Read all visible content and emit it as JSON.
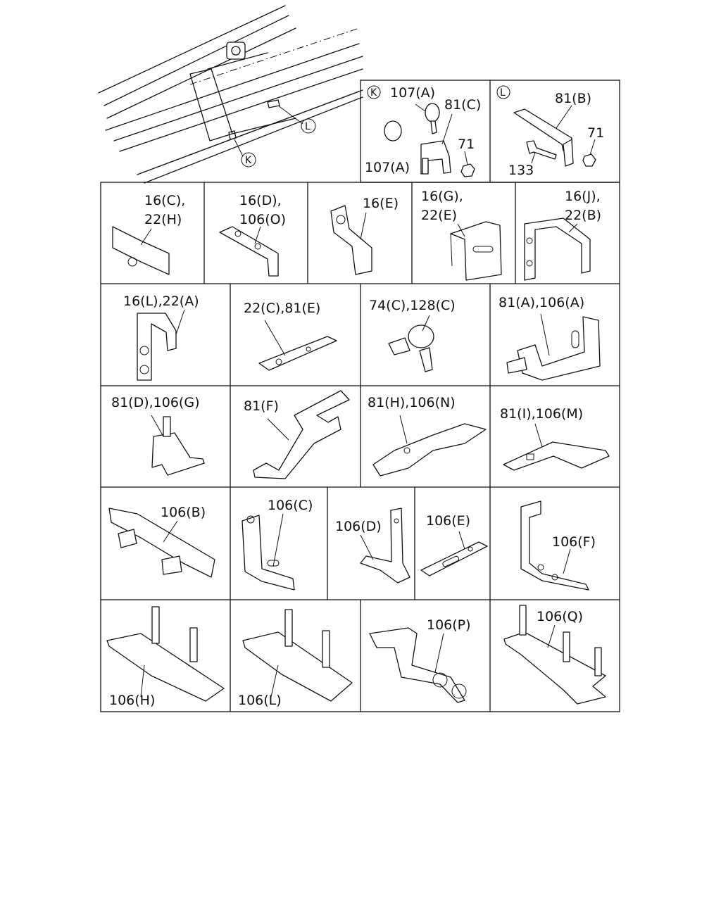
{
  "overview": {
    "callout_l": "L",
    "callout_k": "K"
  },
  "detail_k": {
    "marker": "K",
    "parts": [
      "107(A)",
      "81(C)",
      "71",
      "107(A)"
    ]
  },
  "detail_l": {
    "marker": "L",
    "parts": [
      "81(B)",
      "71",
      "133"
    ]
  },
  "cells": [
    {
      "lines": [
        "16(C),",
        "22(H)"
      ]
    },
    {
      "lines": [
        "16(D),",
        "106(O)"
      ]
    },
    {
      "lines": [
        "16(E)"
      ]
    },
    {
      "lines": [
        "16(G),",
        "22(E)"
      ]
    },
    {
      "lines": [
        "16(J),",
        "22(B)"
      ]
    },
    {
      "lines": [
        "16(L),22(A)"
      ]
    },
    {
      "lines": [
        "22(C),81(E)"
      ]
    },
    {
      "lines": [
        "74(C),128(C)"
      ]
    },
    {
      "lines": [
        "81(A),106(A)"
      ]
    },
    {
      "lines": [
        "81(D),106(G)"
      ]
    },
    {
      "lines": [
        "81(F)"
      ]
    },
    {
      "lines": [
        "81(H),106(N)"
      ]
    },
    {
      "lines": [
        "81(I),106(M)"
      ]
    },
    {
      "lines": [
        "106(B)"
      ]
    },
    {
      "lines": [
        "106(C)"
      ]
    },
    {
      "lines": [
        "106(D)"
      ]
    },
    {
      "lines": [
        "106(E)"
      ]
    },
    {
      "lines": [
        "106(F)"
      ]
    },
    {
      "lines": [
        "106(H)"
      ]
    },
    {
      "lines": [
        "106(L)"
      ]
    },
    {
      "lines": [
        "106(P)"
      ]
    },
    {
      "lines": [
        "106(Q)"
      ]
    }
  ]
}
